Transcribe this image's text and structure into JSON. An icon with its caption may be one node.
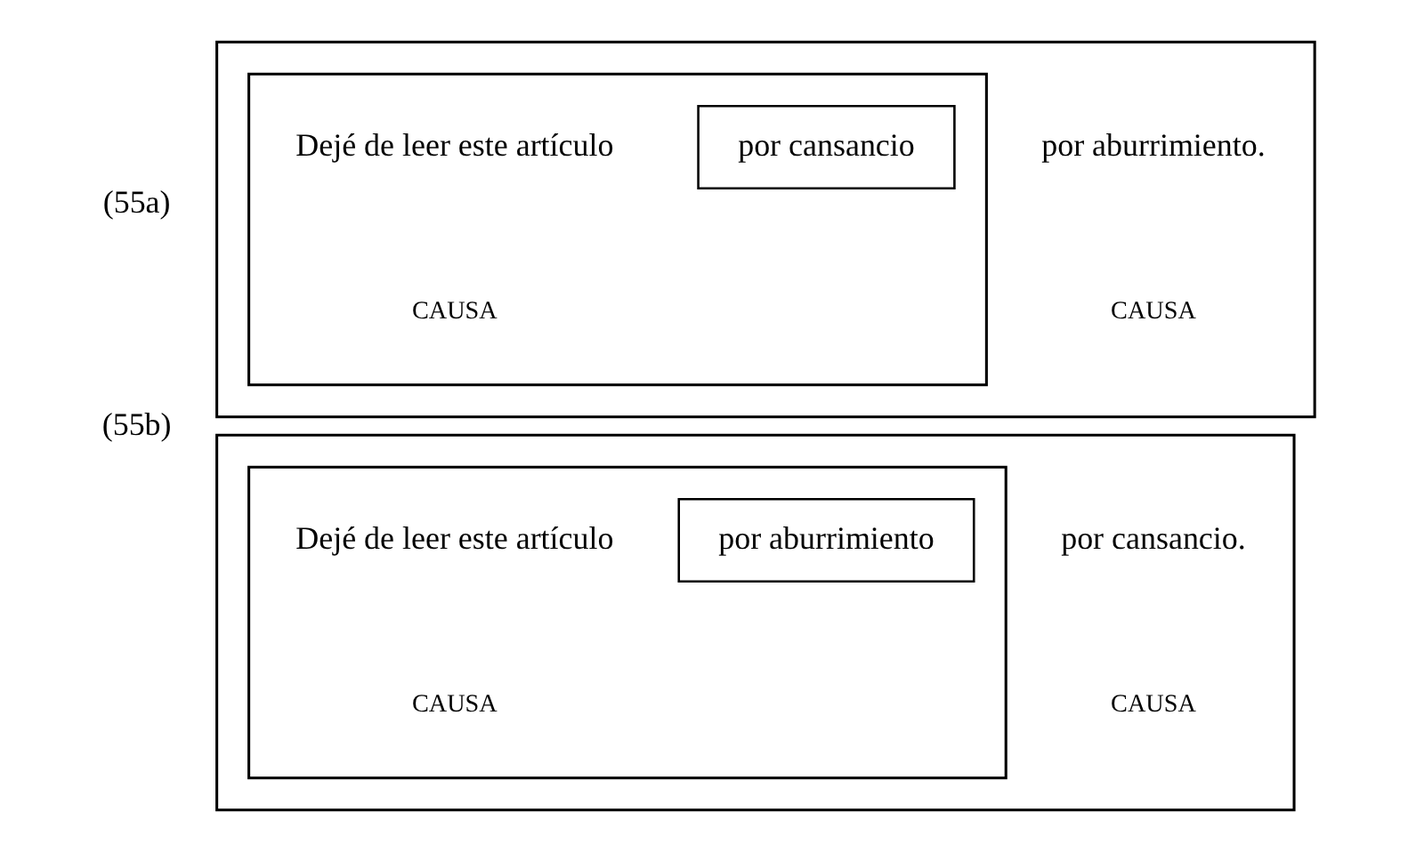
{
  "diagram": {
    "nodes": [
      {
        "text": [
          "por aburrimiento.",
          "CAUSA"
        ]
      },
      {
        "text": [
          "Dejé de leer este artículo",
          "CAUSA"
        ],
        "in": 0
      },
      {
        "text": [
          "por cansancio"
        ],
        "in": 1
      },
      {
        "text": [
          "por cansancio.",
          "CAUSA"
        ]
      },
      {
        "text": [
          "Dejé de leer este artículo",
          "CAUSA"
        ],
        "in": 3
      },
      {
        "text": [
          "por aburrimiento"
        ],
        "in": 4
      }
    ],
    "edges": [],
    "labels": [
      "(55a)",
      "(55b)"
    ]
  }
}
